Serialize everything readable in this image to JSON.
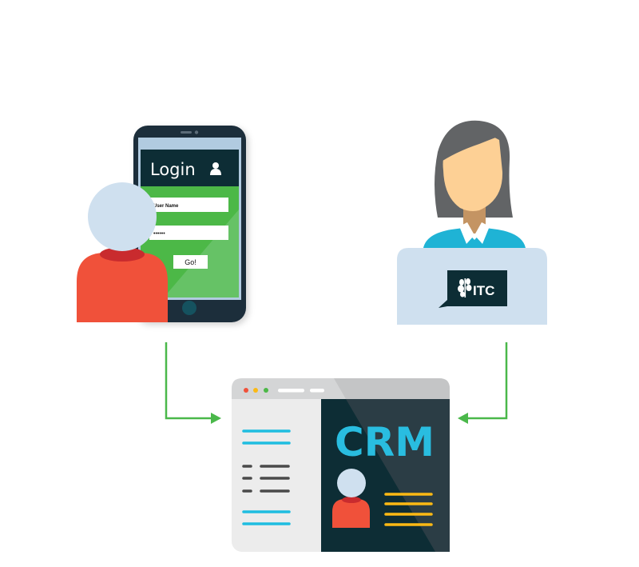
{
  "phone": {
    "header_title": "Login",
    "username_placeholder": "User Name",
    "password_value": "••••••",
    "submit_label": "Go!"
  },
  "agent": {
    "logo_text": "ITC"
  },
  "crm": {
    "title": "CRM"
  },
  "colors": {
    "arrow": "#4ab84a",
    "crm_title": "#29bde0",
    "dark": "#0d2d35",
    "person_red": "#f0513a",
    "person_head": "#cfe0ef",
    "accent_yellow": "#fbb914"
  }
}
